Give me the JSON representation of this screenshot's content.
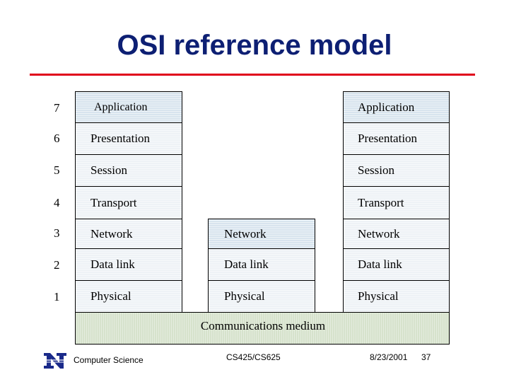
{
  "title": "OSI reference model",
  "layer_numbers": [
    "7",
    "6",
    "5",
    "4",
    "3",
    "2",
    "1"
  ],
  "left_stack": [
    "Application",
    "Presentation",
    "Session",
    "Transport",
    "Network",
    "Data link",
    "Physical"
  ],
  "middle_stack": [
    "Network",
    "Data link",
    "Physical"
  ],
  "right_stack": [
    "Application",
    "Presentation",
    "Session",
    "Transport",
    "Network",
    "Data link",
    "Physical"
  ],
  "medium_label": "Communications medium",
  "footer": {
    "department": "Computer Science",
    "course": "CS425/CS625",
    "date": "8/23/2001",
    "page": "37"
  },
  "colors": {
    "title": "#0d1f73",
    "rule": "#e0001b",
    "logo": "#1a2a8a"
  }
}
